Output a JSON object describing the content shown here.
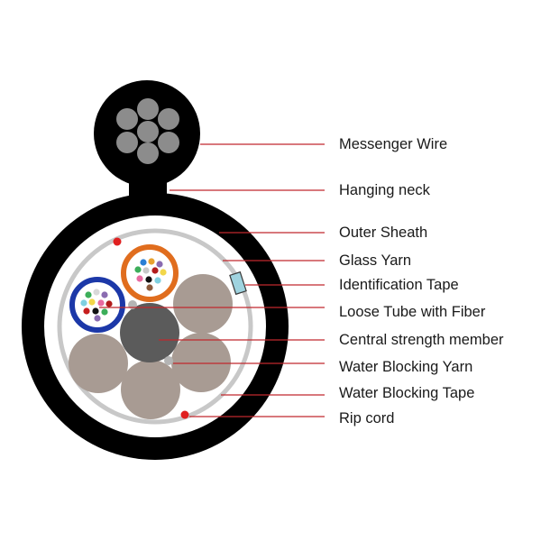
{
  "labels": {
    "messenger_wire": "Messenger Wire",
    "hanging_neck": "Hanging neck",
    "outer_sheath": "Outer Sheath",
    "glass_yarn": "Glass Yarn",
    "identification_tape": "Identification Tape",
    "loose_tube_with_fiber": "Loose Tube with Fiber",
    "central_strength_member": "Central strength member",
    "water_blocking_yarn": "Water Blocking Yarn",
    "water_blocking_tape": "Water Blocking Tape",
    "rip_cord": "Rip cord"
  },
  "colors": {
    "sheath": "#000000",
    "strand": "#8c8c8c",
    "tape_ring": "#c8c8c8",
    "filler": "#a89b93",
    "central_member": "#5b5b5b",
    "tube_orange": "#e06d1e",
    "tube_blue": "#1c38a8",
    "leader_line": "#c0282d",
    "rip_cord": "#e02020",
    "id_tape": "#9fd3df"
  }
}
